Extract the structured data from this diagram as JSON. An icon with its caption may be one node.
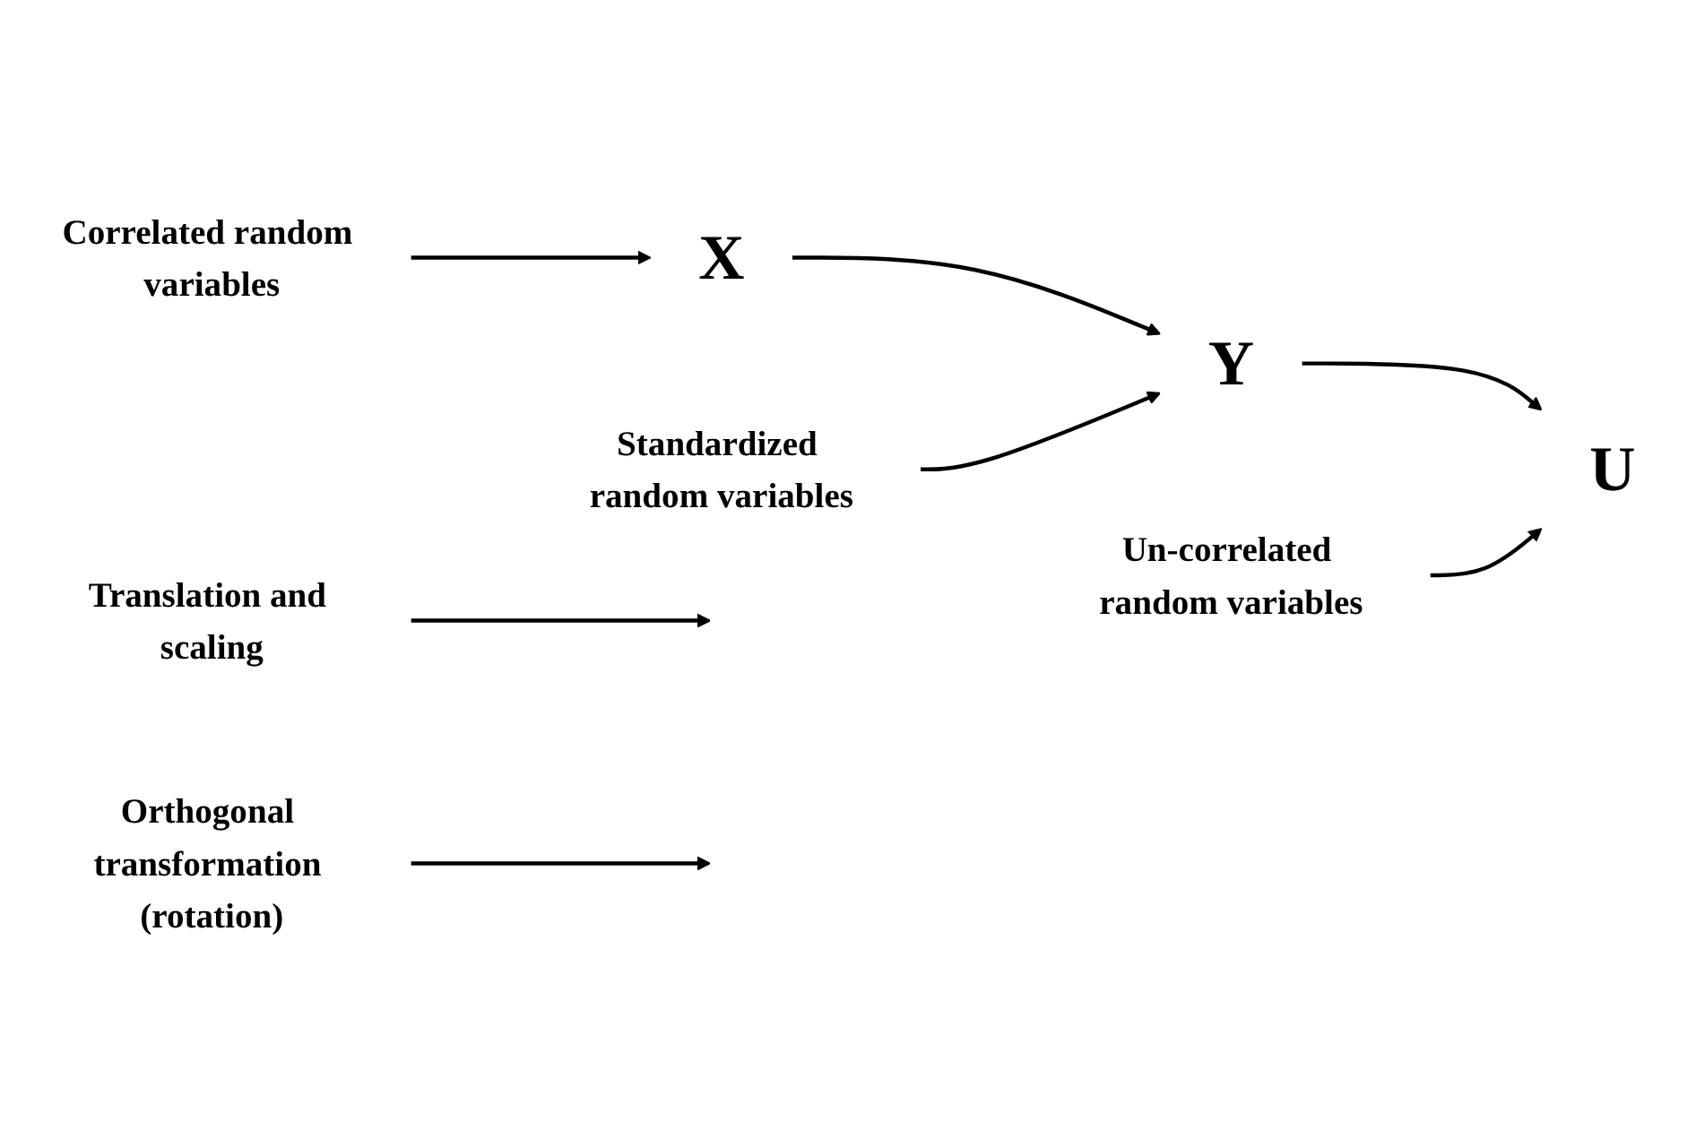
{
  "diagram": {
    "nodes": [
      {
        "text": [
          "Translation and scaling"
        ]
      },
      {
        "text": [
          "Orthogonal transformation (rotation)"
        ]
      },
      {
        "text": [
          "X"
        ]
      },
      {
        "text": [
          "Y"
        ]
      },
      {
        "text": [
          "U"
        ]
      },
      {
        "text": [
          "Correlated random variables"
        ]
      },
      {
        "text": [
          "Standardized random variables"
        ]
      },
      {
        "text": [
          "Un-correlated random variables"
        ]
      }
    ],
    "edges": [
      {
        "from": 0,
        "to": null,
        "arrow": "to"
      },
      {
        "from": 1,
        "to": null,
        "arrow": "to"
      },
      {
        "from": 2,
        "to": 3,
        "arrow": "to"
      },
      {
        "from": 3,
        "to": 4,
        "arrow": "to"
      },
      {
        "from": 5,
        "to": 2,
        "arrow": "to"
      },
      {
        "from": 6,
        "to": 3,
        "arrow": "to"
      },
      {
        "from": 7,
        "to": 4,
        "arrow": "to"
      }
    ]
  }
}
